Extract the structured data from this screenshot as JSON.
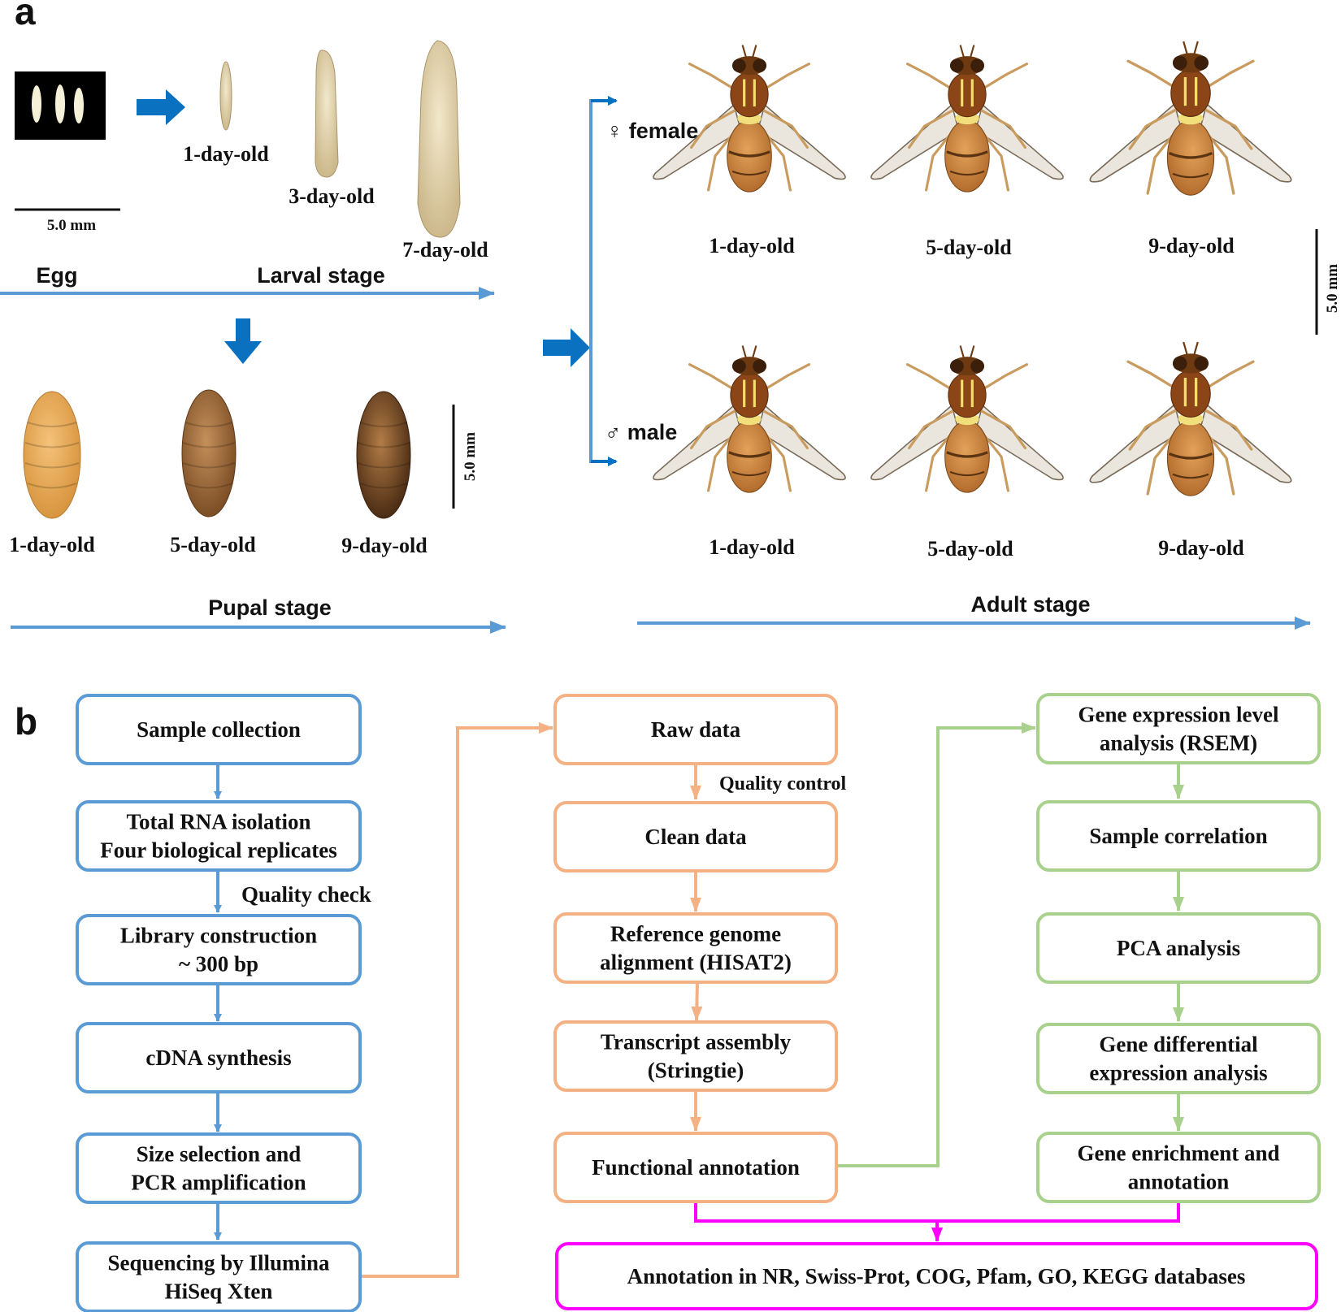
{
  "panel_a": {
    "letter": "a",
    "egg_scale_label": "5.0 mm",
    "egg_label": "Egg",
    "larval_stage_label": "Larval stage",
    "larval_ages": [
      "1-day-old",
      "3-day-old",
      "7-day-old"
    ],
    "pupal_ages": [
      "1-day-old",
      "5-day-old",
      "9-day-old"
    ],
    "pupal_scale_label": "5.0 mm",
    "pupal_stage_label": "Pupal stage",
    "female_label": "♀ female",
    "male_label": "♂ male",
    "adult_female_ages": [
      "1-day-old",
      "5-day-old",
      "9-day-old"
    ],
    "adult_male_ages": [
      "1-day-old",
      "5-day-old",
      "9-day-old"
    ],
    "adult_scale_label": "5.0 mm",
    "adult_stage_label": "Adult stage"
  },
  "panel_b": {
    "letter": "b",
    "col1": {
      "boxes": [
        [
          "Sample collection"
        ],
        [
          "Total RNA isolation",
          "Four biological replicates"
        ],
        [
          "Library construction",
          "~ 300 bp"
        ],
        [
          "cDNA synthesis"
        ],
        [
          "Size selection and",
          "PCR  amplification"
        ],
        [
          "Sequencing by Illumina",
          "HiSeq Xten"
        ]
      ],
      "side_label": "Quality check"
    },
    "col2": {
      "boxes": [
        [
          "Raw data"
        ],
        [
          "Clean data"
        ],
        [
          "Reference genome",
          "alignment (HISAT2)"
        ],
        [
          "Transcript assembly",
          "(Stringtie)"
        ],
        [
          "Functional annotation"
        ]
      ],
      "side_label": "Quality control"
    },
    "col3": {
      "boxes": [
        [
          "Gene expression level",
          "analysis (RSEM)"
        ],
        [
          "Sample correlation"
        ],
        [
          "PCA analysis"
        ],
        [
          "Gene differential",
          "expression analysis"
        ],
        [
          "Gene enrichment and",
          "annotation"
        ]
      ]
    },
    "bottom_box": "Annotation in NR, Swiss-Prot, COG, Pfam, GO, KEGG databases"
  },
  "colors": {
    "blue_box": "#5b9bd5",
    "orange_box": "#f4b183",
    "green_box": "#a9d18e",
    "magenta_box": "#ff00ff",
    "stage_arrow": "#5b9bd5",
    "block_arrow": "#0a70c0"
  }
}
